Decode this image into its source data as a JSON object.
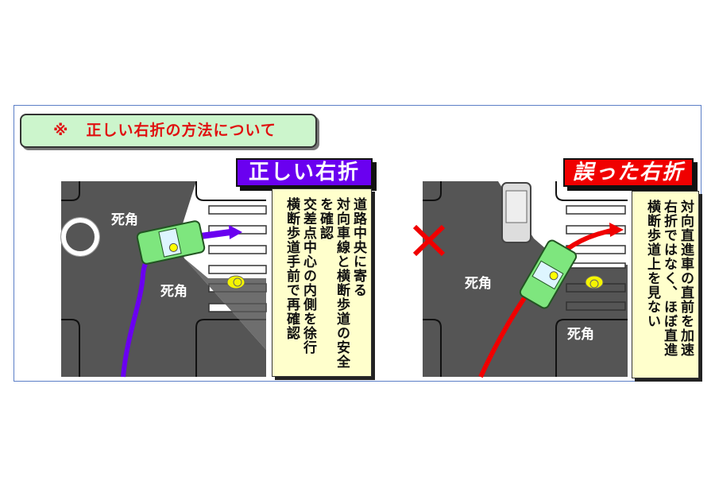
{
  "header": {
    "mark": "※",
    "title": "正しい右折の方法について"
  },
  "correct": {
    "label": "正しい右折",
    "blind_spot_label": "死角",
    "notes": [
      "道路中央に寄る",
      "対向車線と横断歩道の安全",
      "を確認",
      "交差点中心の内側を徐行",
      "横断歩道手前で再確認"
    ],
    "path_color": "#6a00f0"
  },
  "wrong": {
    "label": "誤った右折",
    "blind_spot_label": "死角",
    "notes": [
      "対向直進車の直前を加速",
      "右折ではなく、ほぼ直進",
      "横断歩道上を見ない"
    ],
    "path_color": "#f00000",
    "mark_icon": "cross-icon"
  },
  "colors": {
    "road": "#555555",
    "car": "#7ee67e",
    "pedestrian": "#f5f500",
    "title_bg": "#ccf5cc",
    "note_bg": "#ffffcc"
  }
}
